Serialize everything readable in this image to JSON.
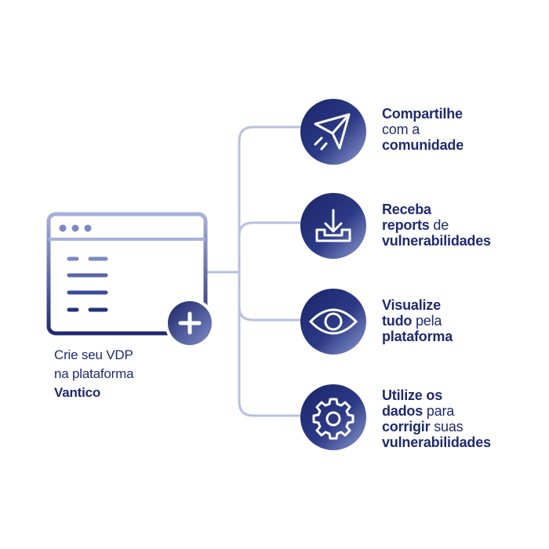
{
  "left": {
    "line1": "Crie seu VDP",
    "line2": "na plataforma",
    "line3": "Vantico",
    "icon": "browser-window-icon",
    "plus_icon": "plus-icon"
  },
  "colors": {
    "navy": "#1f2a6e",
    "mid_blue": "#3a4b9e",
    "light_blue": "#8f9bd0",
    "connector": "#b8c0df"
  },
  "nodes": [
    {
      "icon": "paper-plane-icon",
      "lines": [
        {
          "parts": [
            {
              "text": "Compartilhe",
              "bold": true
            }
          ]
        },
        {
          "parts": [
            {
              "text": "com a",
              "bold": false
            }
          ]
        },
        {
          "parts": [
            {
              "text": "comunidade",
              "bold": true
            }
          ]
        }
      ]
    },
    {
      "icon": "download-tray-icon",
      "lines": [
        {
          "parts": [
            {
              "text": "Receba",
              "bold": true
            }
          ]
        },
        {
          "parts": [
            {
              "text": "reports",
              "bold": true
            },
            {
              "text": " de",
              "bold": false
            }
          ]
        },
        {
          "parts": [
            {
              "text": "vulnerabilidades",
              "bold": true
            }
          ]
        }
      ]
    },
    {
      "icon": "eye-icon",
      "lines": [
        {
          "parts": [
            {
              "text": "Visualize",
              "bold": true
            }
          ]
        },
        {
          "parts": [
            {
              "text": "tudo",
              "bold": true
            },
            {
              "text": " pela",
              "bold": false
            }
          ]
        },
        {
          "parts": [
            {
              "text": "plataforma",
              "bold": true
            }
          ]
        }
      ]
    },
    {
      "icon": "gear-icon",
      "lines": [
        {
          "parts": [
            {
              "text": "Utilize os",
              "bold": true
            }
          ]
        },
        {
          "parts": [
            {
              "text": "dados",
              "bold": true
            },
            {
              "text": " para",
              "bold": false
            }
          ]
        },
        {
          "parts": [
            {
              "text": "corrigir",
              "bold": true
            },
            {
              "text": " suas",
              "bold": false
            }
          ]
        },
        {
          "parts": [
            {
              "text": "vulnerabilidades",
              "bold": true
            }
          ]
        }
      ]
    }
  ]
}
